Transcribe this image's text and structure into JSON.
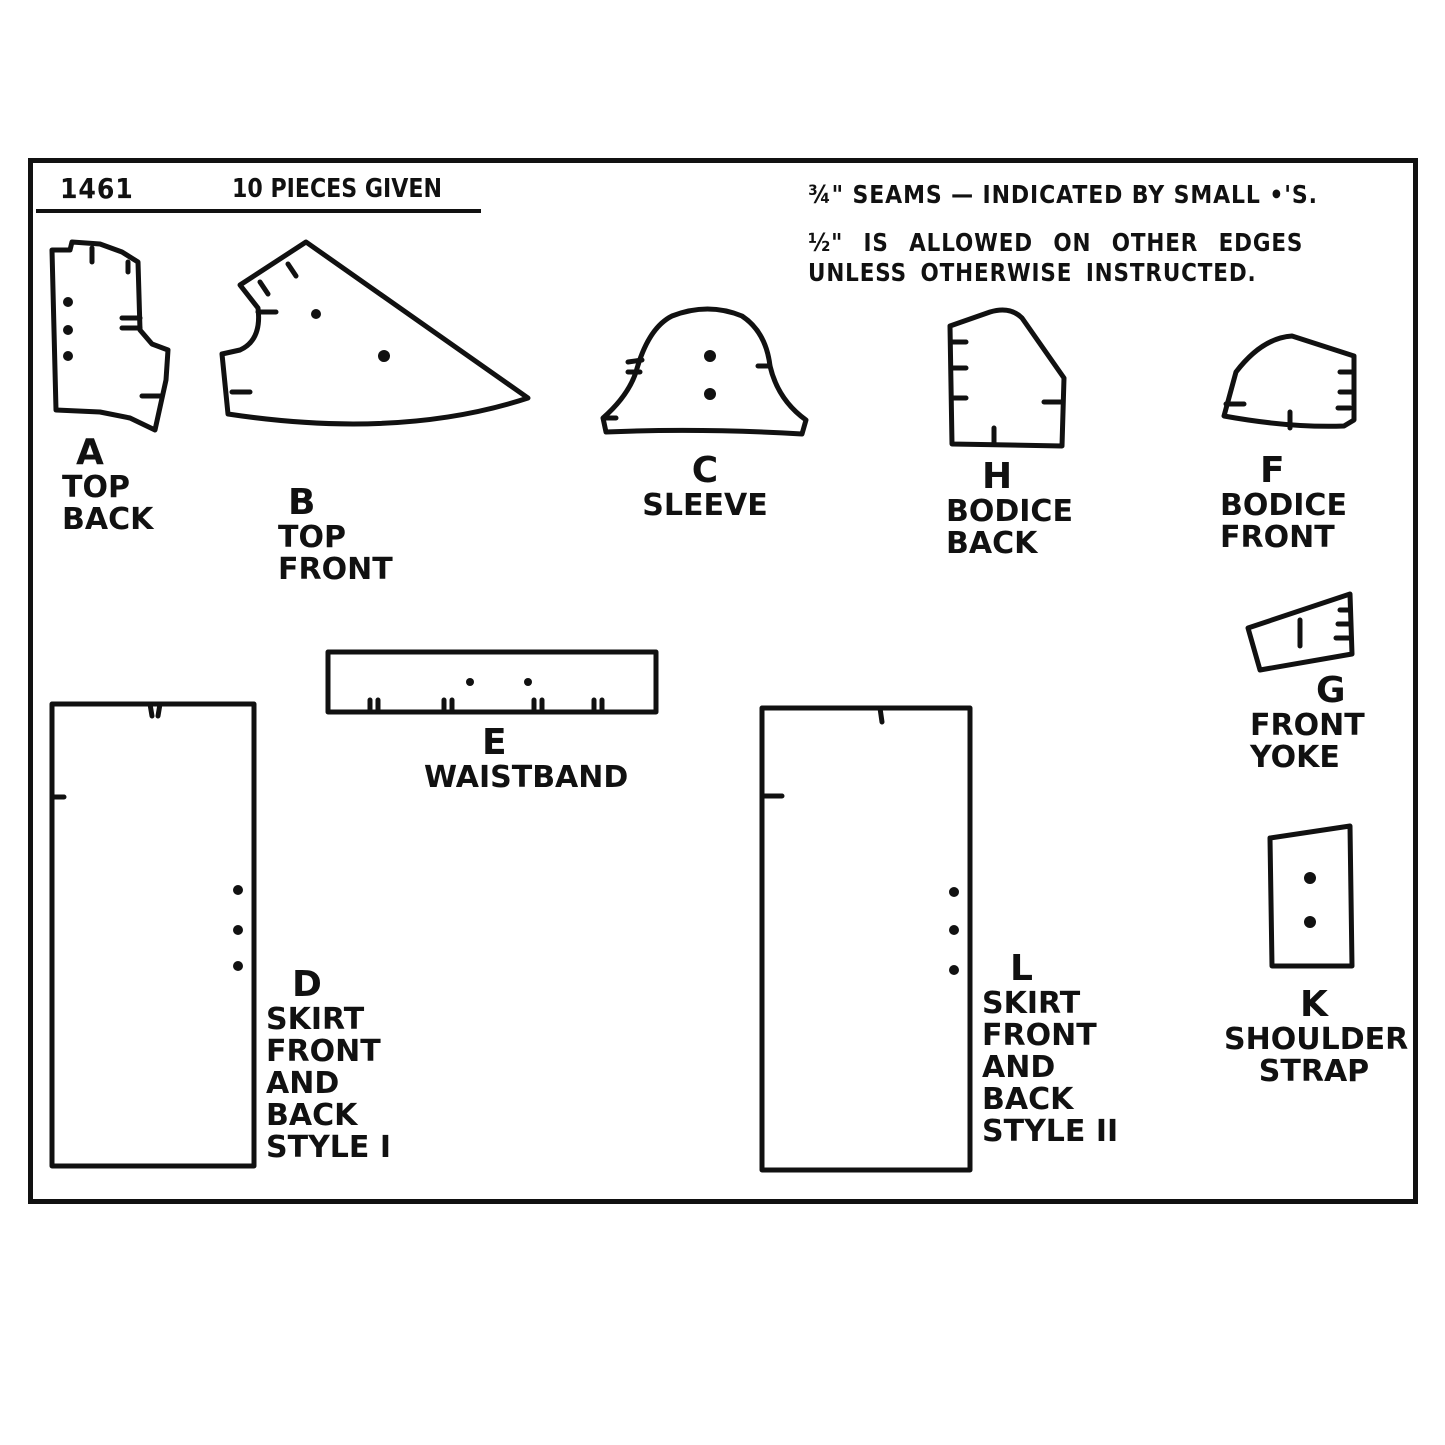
{
  "header": {
    "pattern_number": "1461",
    "pieces_given": "10 PIECES GIVEN",
    "seam_note_line1": "¾\" SEAMS — INDICATED BY SMALL •'S.",
    "seam_note_line2": "½\" IS ALLOWED ON OTHER EDGES",
    "seam_note_line3": "UNLESS OTHERWISE INSTRUCTED."
  },
  "pieces": [
    {
      "letter": "A",
      "name_line1": "TOP",
      "name_line2": "BACK"
    },
    {
      "letter": "B",
      "name_line1": "TOP",
      "name_line2": "FRONT"
    },
    {
      "letter": "C",
      "name_line1": "SLEEVE",
      "name_line2": ""
    },
    {
      "letter": "H",
      "name_line1": "BODICE",
      "name_line2": "BACK"
    },
    {
      "letter": "F",
      "name_line1": "BODICE",
      "name_line2": "FRONT"
    },
    {
      "letter": "G",
      "name_line1": "FRONT",
      "name_line2": "YOKE"
    },
    {
      "letter": "E",
      "name_line1": "WAISTBAND",
      "name_line2": ""
    },
    {
      "letter": "D",
      "name_lines": [
        "SKIRT",
        "FRONT",
        "AND",
        "BACK",
        "STYLE I"
      ]
    },
    {
      "letter": "L",
      "name_lines": [
        "SKIRT",
        "FRONT",
        "AND",
        "BACK",
        "STYLE II"
      ]
    },
    {
      "letter": "K",
      "name_line1": "SHOULDER",
      "name_line2": "STRAP"
    }
  ],
  "colors": {
    "ink": "#111111",
    "paper": "#ffffff"
  }
}
